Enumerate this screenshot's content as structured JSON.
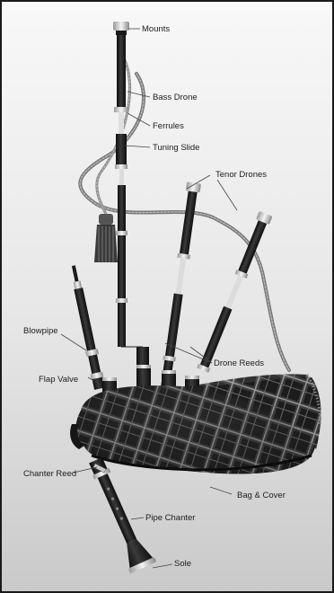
{
  "diagram": {
    "labels": {
      "mounts": "Mounts",
      "bass_drone": "Bass Drone",
      "ferrules": "Ferrules",
      "tuning_slide": "Tuning Slide",
      "tenor_drones": "Tenor Drones",
      "blowpipe": "Blowpipe",
      "flap_valve": "Flap Valve",
      "drone_reeds": "Drone Reeds",
      "chanter_reed": "Chanter Reed",
      "bag_cover": "Bag & Cover",
      "pipe_chanter": "Pipe Chanter",
      "sole": "Sole"
    },
    "colors": {
      "background_top": "#f8f8f8",
      "background_bottom": "#c9c9c9",
      "wood": "#1b1b1b",
      "ivory": "#ececec",
      "tartan_dark": "#222222",
      "cord": "#8a8a8a",
      "label_text": "#1c1c1c",
      "leader_line": "#444444"
    }
  }
}
